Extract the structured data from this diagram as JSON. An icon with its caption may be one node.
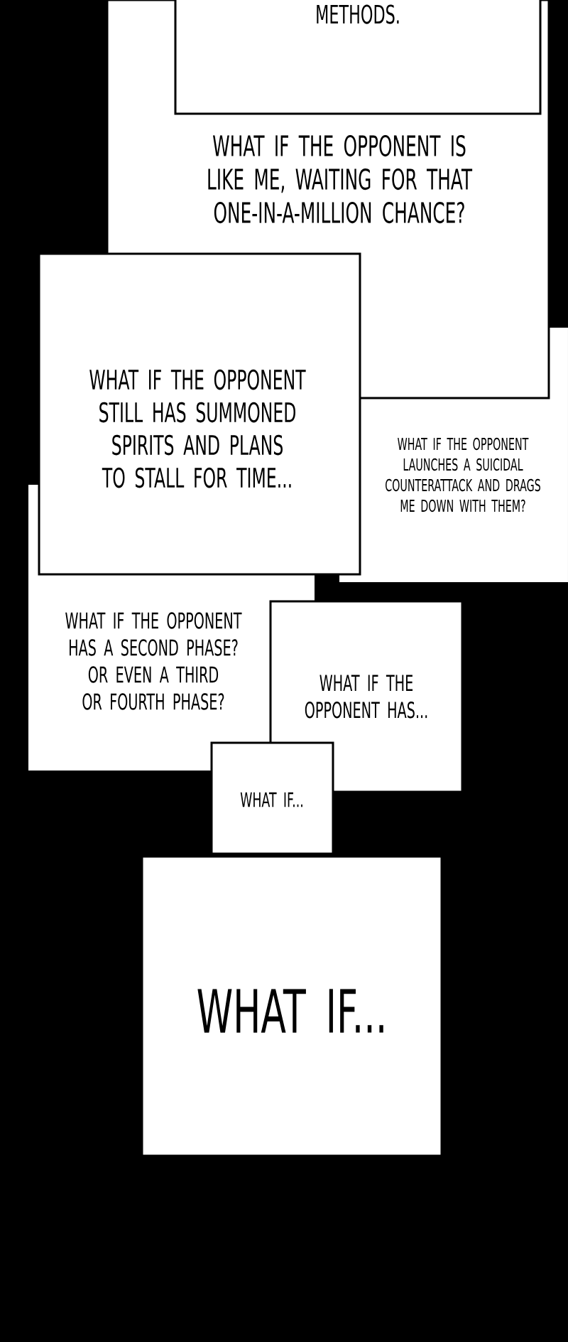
{
  "diagram": {
    "nodes": [
      {
        "text": [
          "WHAT IF THE OPPONENT IS LIKE ME, WAITING FOR THAT ONE-IN-A-MILLION CHANCE?"
        ]
      },
      {
        "text": [
          "METHODS."
        ],
        "in": 0
      },
      {
        "text": [
          "WHAT IF THE OPPONENT STILL HAS SUMMONED SPIRITS AND PLANS TO STALL FOR TIME..."
        ]
      },
      {
        "text": [
          "WHAT IF THE OPPONENT LAUNCHES A SUICIDAL COUNTERATTACK AND DRAGS ME DOWN WITH THEM?"
        ]
      },
      {
        "text": [
          "WHAT IF THE OPPONENT HAS A SECOND PHASE? OR EVEN A THIRD OR FOURTH PHASE?"
        ]
      },
      {
        "text": [
          "WHAT IF THE OPPONENT HAS..."
        ]
      },
      {
        "text": [
          "WHAT IF..."
        ]
      },
      {
        "text": [
          "WHAT IF..."
        ]
      }
    ]
  }
}
